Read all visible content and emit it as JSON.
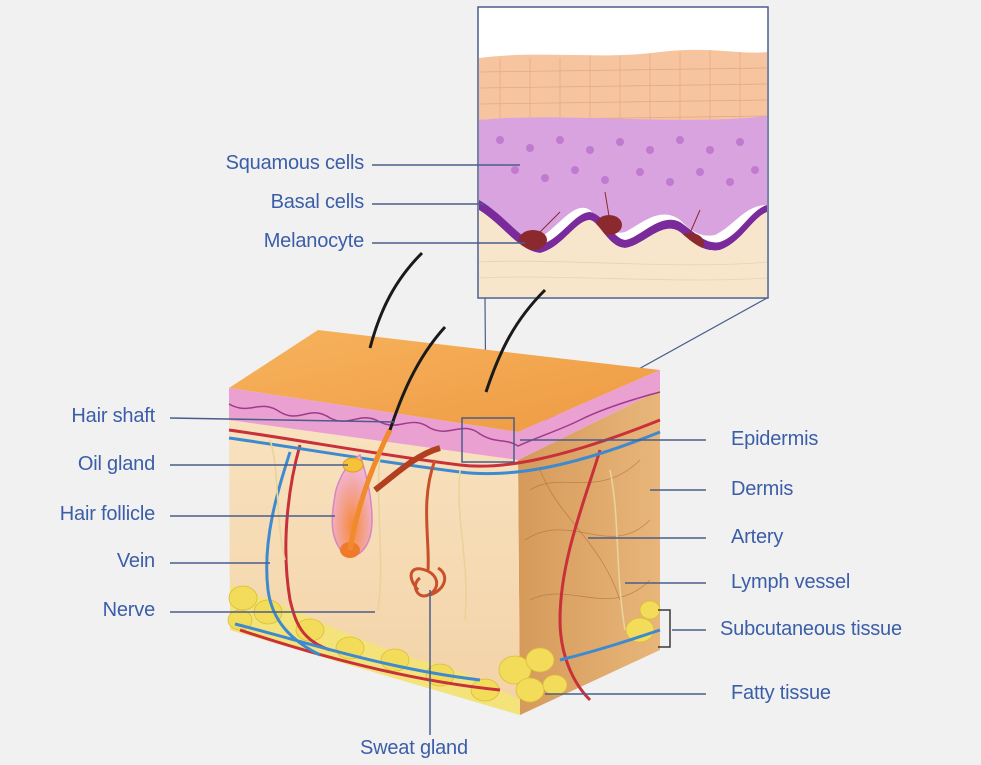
{
  "inset_labels": {
    "squamous": "Squamous cells",
    "basal": "Basal cells",
    "melanocyte": "Melanocyte"
  },
  "left_labels": {
    "hair_shaft": "Hair shaft",
    "oil_gland": "Oil gland",
    "hair_follicle": "Hair follicle",
    "vein": "Vein",
    "nerve": "Nerve"
  },
  "right_labels": {
    "epidermis": "Epidermis",
    "dermis": "Dermis",
    "artery": "Artery",
    "lymph_vessel": "Lymph vessel",
    "subcutaneous": "Subcutaneous tissue",
    "fatty": "Fatty tissue"
  },
  "bottom_labels": {
    "sweat_gland": "Sweat gland"
  },
  "colors": {
    "label": "#3b5ea8",
    "leader": "#4a5d8a",
    "background": "#f1f1f1",
    "epidermis_surface": "#f1a24f",
    "dermis": "#f6dcb5",
    "fat": "#f4e37a",
    "artery": "#c8303a",
    "vein": "#3d8ad0",
    "basal_cells": "#7a2a9a",
    "squamous_cells": "#e3b6e8",
    "melanocyte": "#8a2a2e"
  }
}
